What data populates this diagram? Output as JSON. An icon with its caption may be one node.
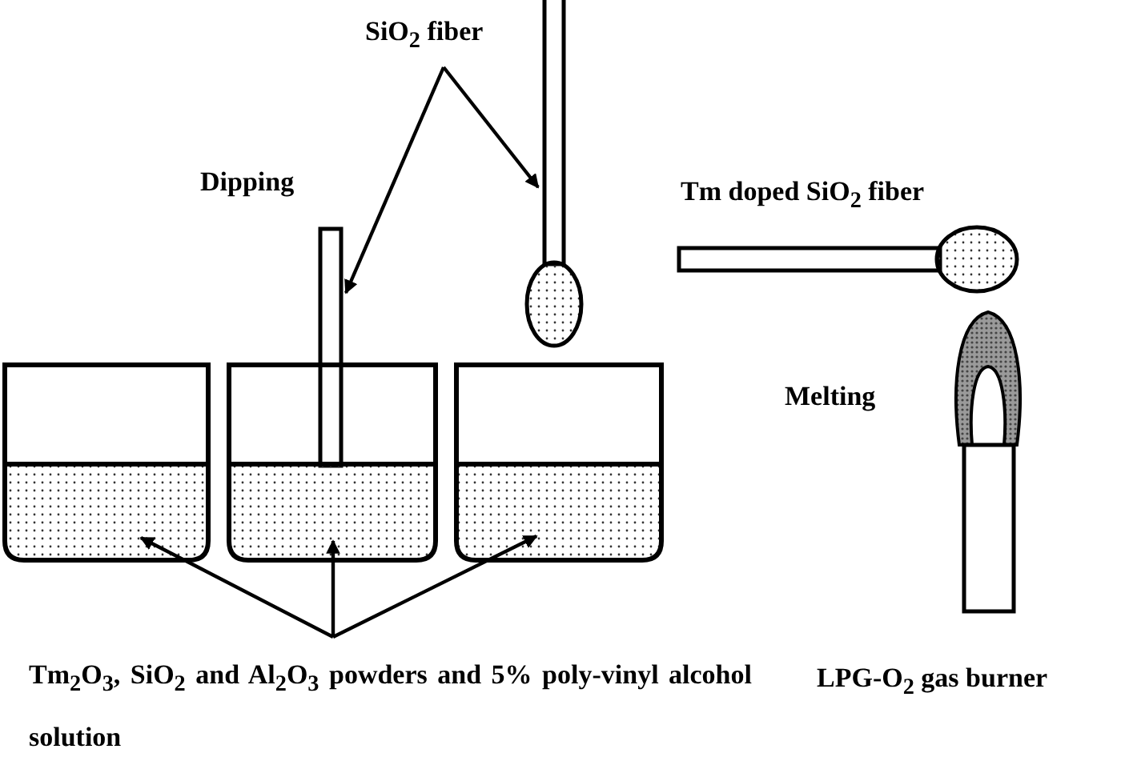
{
  "diagram": {
    "nodes": [
      {
        "text": [
          "SiO$_{2}$ fiber"
        ]
      },
      {
        "text": [],
        "shape": "bar"
      },
      {
        "text": [],
        "shape": "bar"
      },
      {
        "text": [],
        "shape": "beaker"
      },
      {
        "text": [],
        "shape": "beaker"
      },
      {
        "text": [],
        "shape": "beaker"
      },
      {
        "text": [
          "Tm$_{2}$O$_{3}$, SiO$_{2}$ and Al$_{2}$O$_{3}$ powders and 5% poly-vinyl alcohol solution"
        ]
      }
    ],
    "edges": [
      {
        "from": 0,
        "to": 1,
        "arrow": "to"
      },
      {
        "from": 0,
        "to": 2,
        "arrow": "to"
      },
      {
        "from": 6,
        "to": 3,
        "arrow": "to"
      },
      {
        "from": 6,
        "to": 4,
        "arrow": "to"
      },
      {
        "from": 6,
        "to": 5,
        "arrow": "to"
      }
    ],
    "labels": [
      "Dipping",
      "Tm doped SiO$_{2}$ fiber",
      "Melting",
      "LPG-O$_{2}$ gas burner"
    ]
  }
}
